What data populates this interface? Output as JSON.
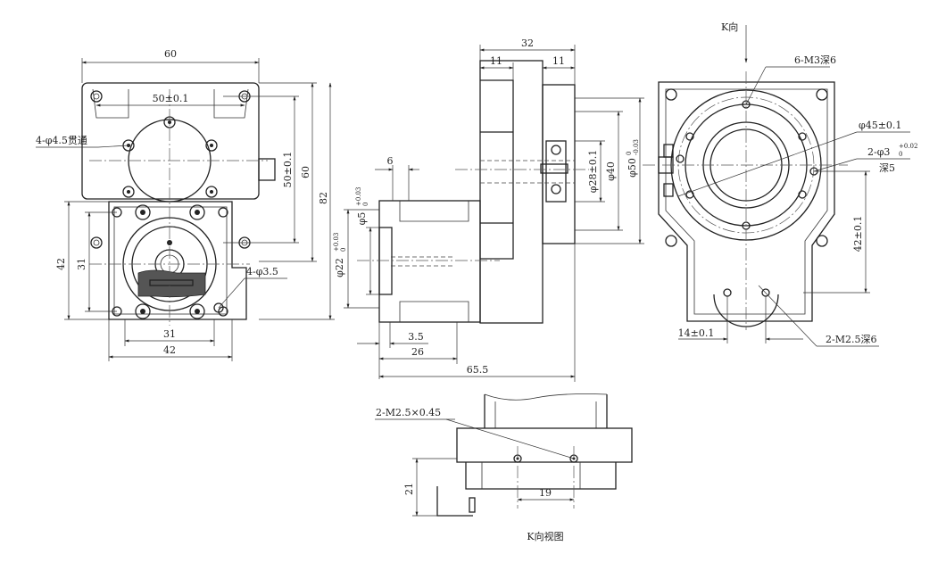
{
  "dimensions": {
    "front_width": "60",
    "front_hole_spacing": "50±0.1",
    "through_holes": "4-φ4.5贯通",
    "front_vert_hole_spacing": "50±0.1",
    "front_height_60": "60",
    "front_height_82": "82",
    "lower_height_42": "42",
    "lower_height_31": "31",
    "lower_holes": "4-φ3.5",
    "lower_width_31": "31",
    "lower_width_42": "42",
    "side_width_32": "32",
    "side_11_left": "11",
    "side_11_right": "11",
    "side_6": "6",
    "shaft_dia_5": "φ5",
    "shaft_dia_5_tol_upper": "+0.03",
    "shaft_dia_5_tol_lower": "0",
    "shaft_dia_22": "φ22",
    "shaft_dia_22_tol_upper": "+0.03",
    "shaft_dia_22_tol_lower": "0",
    "side_dia_28": "φ28±0.1",
    "side_dia_40": "φ40",
    "side_dia_50": "φ50",
    "side_dia_50_tol_upper": "0",
    "side_dia_50_tol_lower": "-0.03",
    "side_3_5": "3.5",
    "side_26": "26",
    "side_65_5": "65.5",
    "k_direction": "K向",
    "m3_holes": "6-M3深6",
    "dia_45": "φ45±0.1",
    "pin_holes": "2-φ3",
    "pin_holes_tol_upper": "+0.02",
    "pin_holes_tol_lower": "0",
    "pin_depth": "深5",
    "right_42": "42±0.1",
    "right_14": "14±0.1",
    "m25_holes": "2-M2.5深6",
    "bottom_m25": "2-M2.5×0.45",
    "bottom_21": "21",
    "bottom_19": "19",
    "k_view_caption": "K向视图"
  }
}
